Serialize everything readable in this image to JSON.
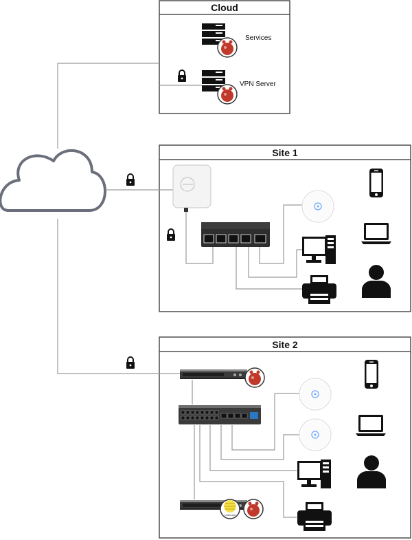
{
  "cloud_box": {
    "title": "Cloud",
    "services_label": "Services",
    "vpn_label": "VPN Server"
  },
  "site1": {
    "title": "Site 1"
  },
  "site2": {
    "title": "Site 2"
  },
  "badges": {
    "unbound_text": "Unbound"
  },
  "colors": {
    "frame": "#4d4d4d",
    "wire": "#9a9a9a",
    "cloud_outline": "#6b6f7b",
    "logo_red": "#c0392b",
    "unbound_yellow": "#f4e04d"
  }
}
